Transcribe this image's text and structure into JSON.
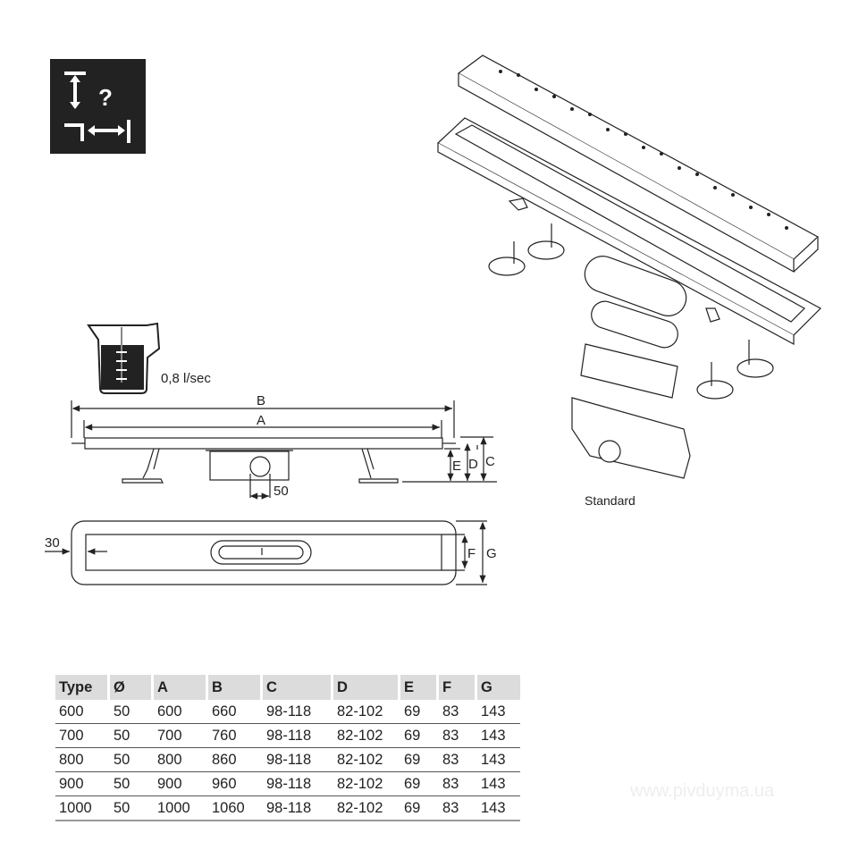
{
  "flow_rate": "0,8 l/sec",
  "dimension_labels": {
    "A": "A",
    "B": "B",
    "C": "C",
    "D": "D",
    "E": "E",
    "F": "F",
    "G": "G",
    "outlet": "50",
    "edge": "30"
  },
  "variant_label": "Standard",
  "watermark": "www.pivduyma.ua",
  "table": {
    "headers": [
      "Type",
      "Ø",
      "A",
      "B",
      "C",
      "D",
      "E",
      "F",
      "G"
    ],
    "rows": [
      [
        "600",
        "50",
        "600",
        "660",
        "98-118",
        "82-102",
        "69",
        "83",
        "143"
      ],
      [
        "700",
        "50",
        "700",
        "760",
        "98-118",
        "82-102",
        "69",
        "83",
        "143"
      ],
      [
        "800",
        "50",
        "800",
        "860",
        "98-118",
        "82-102",
        "69",
        "83",
        "143"
      ],
      [
        "900",
        "50",
        "900",
        "960",
        "98-118",
        "82-102",
        "69",
        "83",
        "143"
      ],
      [
        "1000",
        "50",
        "1000",
        "1060",
        "98-118",
        "82-102",
        "69",
        "83",
        "143"
      ]
    ]
  }
}
